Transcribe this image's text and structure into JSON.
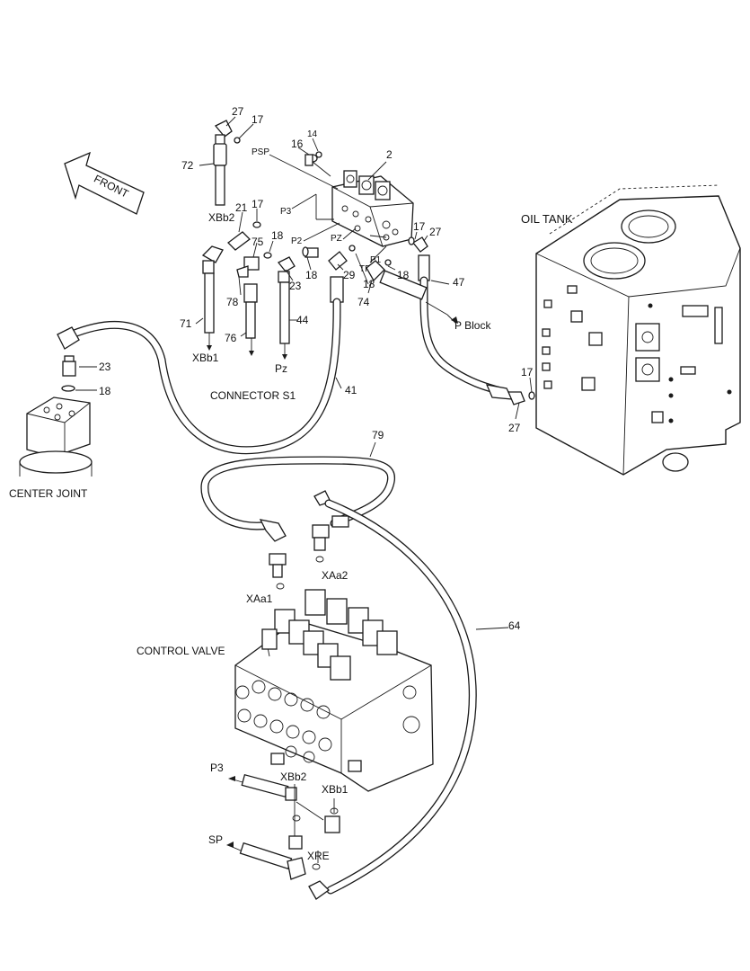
{
  "labels": {
    "front": "FRONT",
    "oil_tank": "OIL TANK",
    "center_joint": "CENTER JOINT",
    "control_valve": "CONTROL VALVE",
    "connector_s1": "CONNECTOR S1",
    "p_block": "P Block",
    "pz": "Pz",
    "xbb1_top": "XBb1",
    "xbb2_top": "XBb2",
    "xaa1": "XAa1",
    "xaa2": "XAa2",
    "xbb2_bottom": "XBb2",
    "xbb1_bottom": "XBb1",
    "xre": "XRE",
    "p3_bottom": "P3",
    "sp": "SP",
    "psp": "PSP",
    "p3_port": "P3",
    "p2_port": "P2",
    "pz_port": "PZ",
    "tr2_port": "TR2",
    "p1_port": "P1"
  },
  "part_numbers": {
    "n27_top": "27",
    "n17_top": "17",
    "n14": "14",
    "n16": "16",
    "n2": "2",
    "n72": "72",
    "n21": "21",
    "n17_a": "17",
    "n75": "75",
    "n18_a": "18",
    "n17_b": "17",
    "n27_b": "27",
    "n78": "78",
    "n23_a": "23",
    "n18_b": "18",
    "n29": "29",
    "n18_c": "18",
    "n18_d": "18",
    "n74": "74",
    "n47": "47",
    "n71": "71",
    "n76": "76",
    "n44": "44",
    "n23_b": "23",
    "n18_e": "18",
    "n41": "41",
    "n17_c": "17",
    "n27_c": "27",
    "n79": "79",
    "n64": "64"
  }
}
